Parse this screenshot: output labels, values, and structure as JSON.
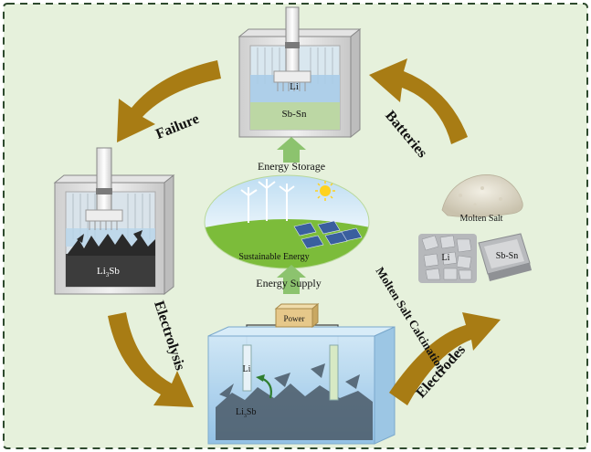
{
  "labels": {
    "li_top": "Li",
    "sbsn_top": "Sb-Sn",
    "energy_storage": "Energy Storage",
    "sustainable_energy": "Sustainable Energy",
    "energy_supply": "Energy Supply",
    "power": "Power",
    "li3sb_left_base": "Li",
    "li3sb_left_sub": "3",
    "li3sb_left_tail": "Sb",
    "li_bath": "Li",
    "li3sb_bath_base": "Li",
    "li3sb_bath_sub": "3",
    "li3sb_bath_tail": "Sb",
    "molten_salt": "Molten  Salt",
    "li_ingot": "Li",
    "sbsn_ingot": "Sb-Sn"
  },
  "arrows": {
    "failure": "Failure",
    "batteries": "Batteries",
    "electrolysis": "Electrolysis",
    "electrodes": "Electrodes",
    "molten_salt_calcination": "Molten Salt Calcination"
  },
  "colors": {
    "background": "#e6f1dc",
    "arrow": "#a87c14",
    "green_arrow": "#8cc36e",
    "sky": "#cfe6f5",
    "grass": "#7cbc3a",
    "power_box": "#e6c88a"
  }
}
